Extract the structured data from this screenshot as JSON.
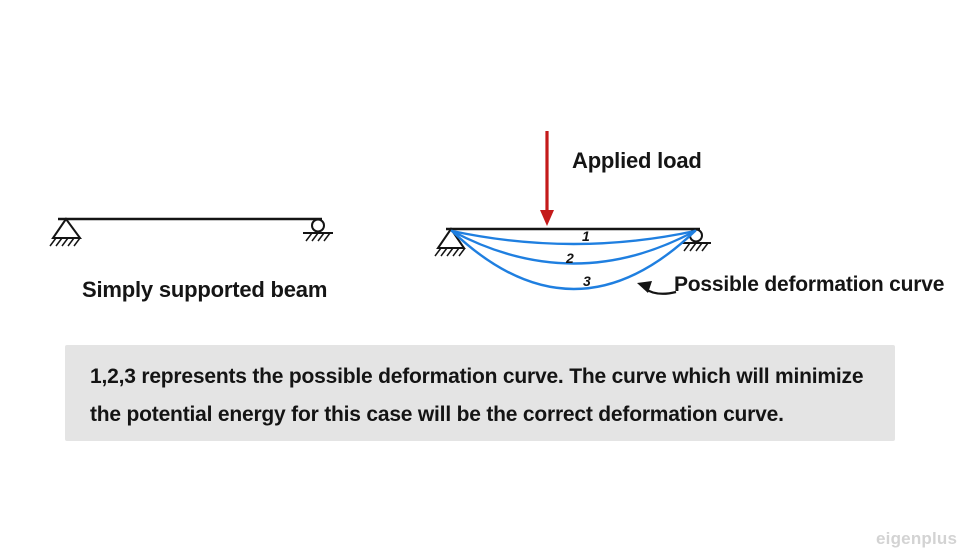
{
  "left_diagram": {
    "label": "Simply supported beam"
  },
  "right_diagram": {
    "applied_load_label": "Applied load",
    "deformation_label": "Possible deformation curve",
    "curve_labels": [
      "1",
      "2",
      "3"
    ]
  },
  "note": {
    "line1": "1,2,3 represents the possible deformation curve. The curve which will minimize",
    "line2": "the potential energy for this case will be the correct deformation curve."
  },
  "watermark": "eigenplus",
  "colors": {
    "ink": "#141414",
    "curve_blue": "#1f7fe0",
    "load_red": "#c41a1a",
    "note_bg": "#e4e4e4"
  }
}
